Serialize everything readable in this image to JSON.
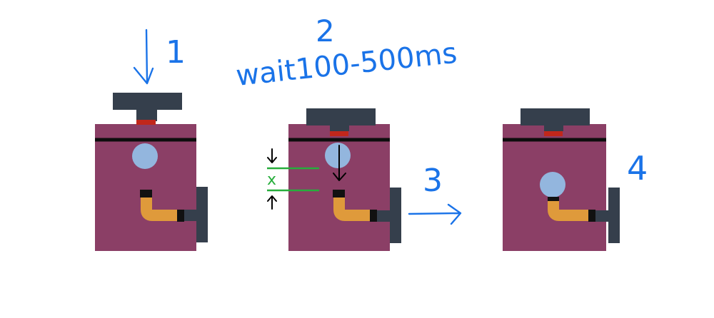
{
  "annotations": {
    "step1": "1",
    "step2": "2",
    "step2_note": "wait100-500ms",
    "step3": "3",
    "step4": "4",
    "gap_label": "x"
  },
  "colors": {
    "body": "#8b3f66",
    "cap": "#353f4c",
    "seal": "#c1271b",
    "line": "#0d0d0d",
    "ball": "#93b6de",
    "pipe": "#df9a3b",
    "pipe_joint": "#111111",
    "annotation": "#1a73e8",
    "gap_marker": "#27ae3c"
  },
  "stages": [
    {
      "cap_state": "pressed",
      "ball_state": "top"
    },
    {
      "cap_state": "released",
      "ball_state": "top"
    },
    {
      "cap_state": "released",
      "ball_state": "outlet"
    }
  ]
}
